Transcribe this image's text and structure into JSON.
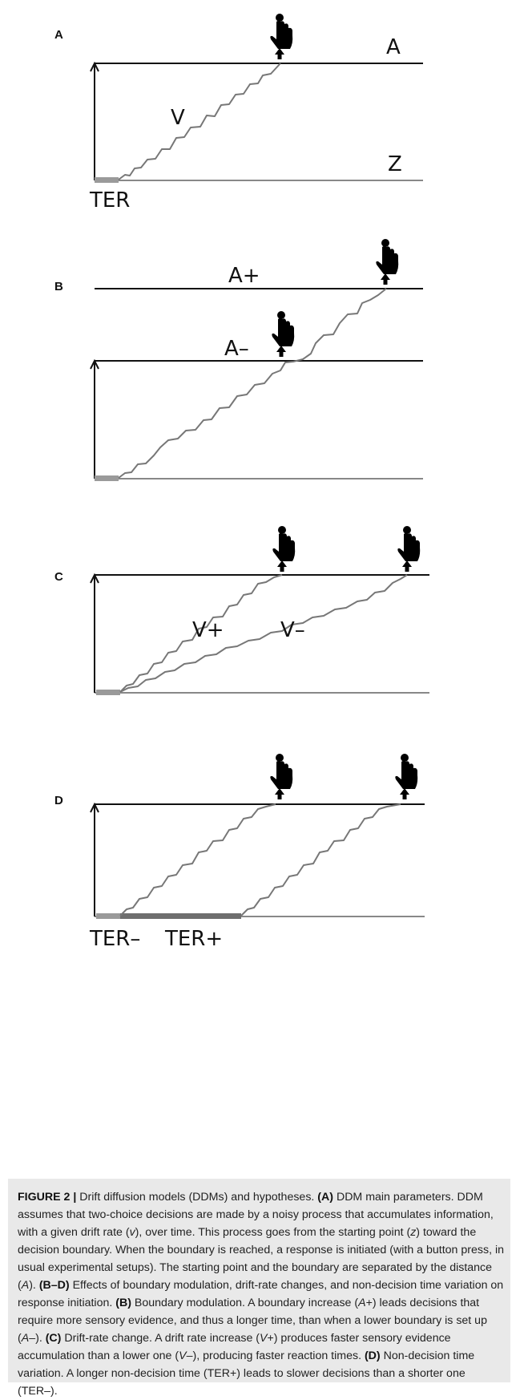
{
  "panels": {
    "a": {
      "letter": "A",
      "upper": "A",
      "lower": "Z",
      "drift": "V",
      "ter": "TER"
    },
    "b": {
      "letter": "B",
      "high": "A+",
      "low": "A–"
    },
    "c": {
      "letter": "C",
      "fast": "V+",
      "slow": "V–"
    },
    "d": {
      "letter": "D",
      "ter_short": "TER–",
      "ter_long": "TER+"
    }
  },
  "icons": [
    "finger-press-icon",
    "up-arrow-icon",
    "vertical-arrow-icon"
  ],
  "caption": {
    "fig": "FIGURE 2 |",
    "t1": " Drift diffusion models (DDMs) and hypotheses. ",
    "lA": "(A)",
    "t2": " DDM main parameters. DDM assumes that two-choice decisions are made by a noisy process that accumulates information, with a given drift rate (",
    "v": "v",
    "t3": "), over time. This process goes from the starting point (",
    "z": "z",
    "t4": ") toward the decision boundary. When the boundary is reached, a response is initiated (with a button press, in usual experimental setups). The starting point and the boundary are separated by the distance (",
    "a": "A",
    "t5": "). ",
    "lBD": "(B–D)",
    "t6": " Effects of boundary modulation, drift-rate changes, and non-decision time variation on response initiation. ",
    "lB": "(B)",
    "t7": " Boundary modulation. A boundary increase (",
    "ap": "A",
    "t8": "+) leads decisions that require more sensory evidence, and thus a longer time, than when a lower boundary is set up (",
    "am": "A",
    "t9": "–). ",
    "lC": "(C)",
    "t10": " Drift-rate change. A drift rate increase (",
    "vp": "V",
    "t11": "+) produces faster sensory evidence accumulation than a lower one (",
    "vm": "V",
    "t12": "–), producing faster reaction times. ",
    "lD": "(D)",
    "t13": " Non-decision time variation. A longer non-decision time (TER+) leads to slower decisions than a shorter one (TER–)."
  }
}
